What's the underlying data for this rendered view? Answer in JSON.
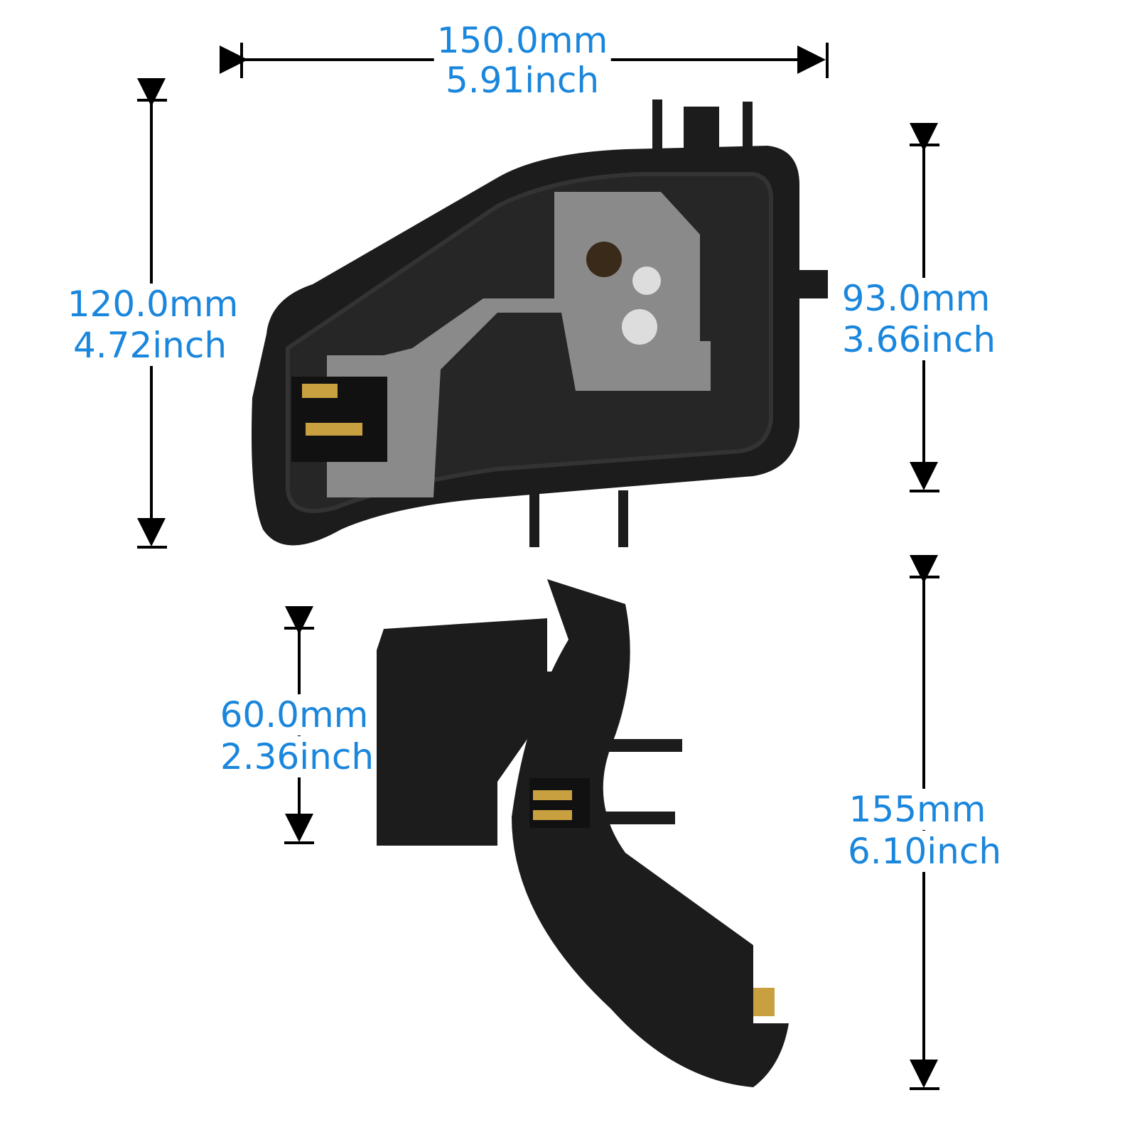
{
  "dimensions": {
    "width": {
      "mm": "150.0mm",
      "inch": "5.91inch"
    },
    "height": {
      "mm": "120.0mm",
      "inch": "4.72inch"
    },
    "inner_height": {
      "mm": "93.0mm",
      "inch": "3.66inch"
    },
    "depth": {
      "mm": "60.0mm",
      "inch": "2.36inch"
    },
    "side_height": {
      "mm": "155mm",
      "inch": "6.10inch"
    }
  },
  "colors": {
    "label": "#1a86dc",
    "line": "#000000",
    "part": "#1c1c1c",
    "plate": "#8a8a8a",
    "contact": "#c8a040"
  }
}
